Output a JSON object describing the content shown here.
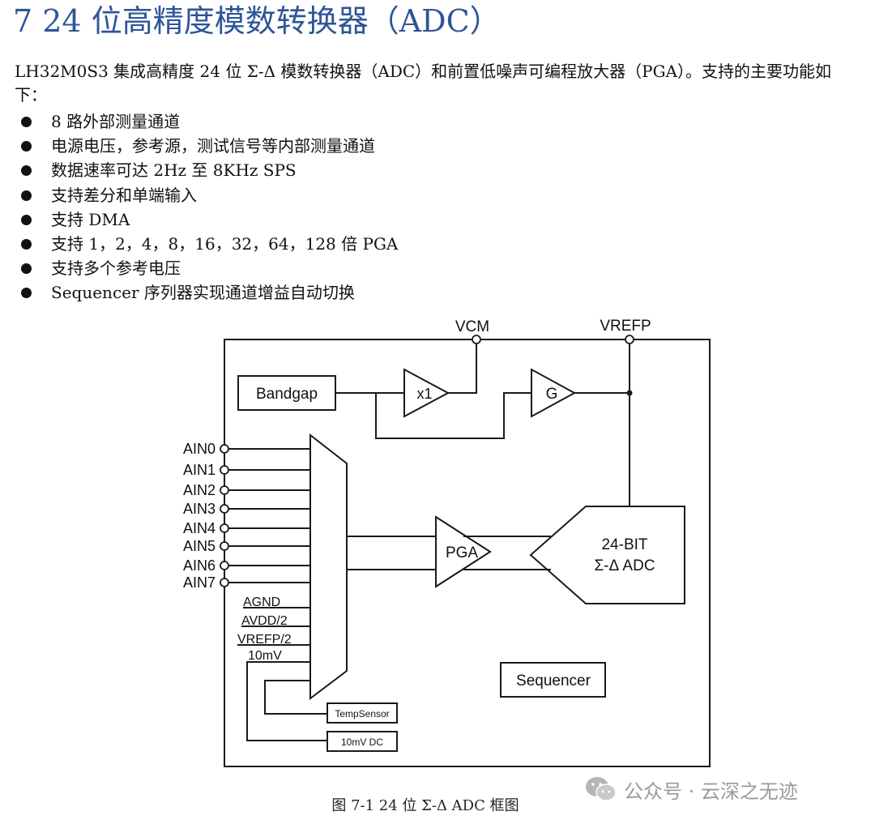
{
  "heading": "7 24 位高精度模数转换器（ADC）",
  "intro": "LH32M0S3 集成高精度 24 位 Σ-Δ 模数转换器（ADC）和前置低噪声可编程放大器（PGA）。支持的主要功能如下：",
  "features": [
    "8 路外部测量通道",
    "电源电压，参考源，测试信号等内部测量通道",
    "数据速率可达 2Hz 至 8KHz SPS",
    "支持差分和单端输入",
    "支持 DMA",
    "支持 1，2，4，8，16，32，64，128 倍 PGA",
    "支持多个参考电压",
    "Sequencer 序列器实现通道增益自动切换"
  ],
  "diagram": {
    "pins_top": [
      "VCM",
      "VREFP"
    ],
    "bandgap": "Bandgap",
    "buffer": "x1",
    "gain": "G",
    "inputs": [
      "AIN0",
      "AIN1",
      "AIN2",
      "AIN3",
      "AIN4",
      "AIN5",
      "AIN6",
      "AIN7"
    ],
    "internal_inputs": [
      "AGND",
      "AVDD/2",
      "VREFP/2",
      "10mV"
    ],
    "pga": "PGA",
    "adc_line1": "24-BIT",
    "adc_line2": "Σ-Δ  ADC",
    "sequencer": "Sequencer",
    "temp_sensor": "TempSensor",
    "dc_source": "10mV DC"
  },
  "caption": "图 7-1 24 位 Σ-Δ  ADC 框图",
  "watermark": "公众号 · 云深之无迹",
  "icon": "wechat-icon"
}
